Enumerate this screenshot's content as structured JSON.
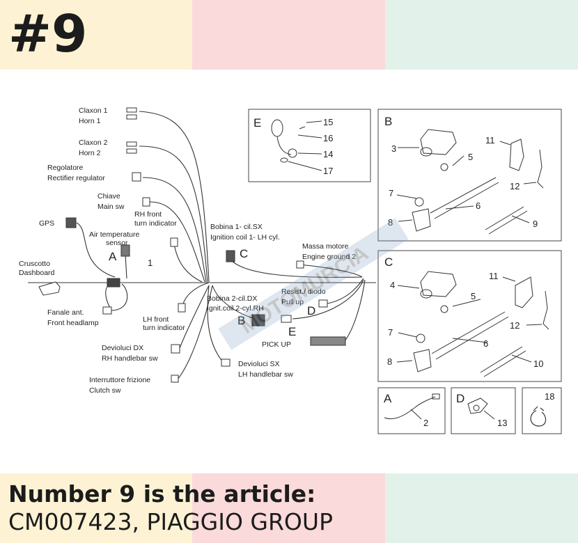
{
  "header": {
    "number": "#9"
  },
  "colors": {
    "yellow": "#fdf3d4",
    "pink": "#fadada",
    "mint": "#e2f2ea",
    "text": "#1c1c1c"
  },
  "footer": {
    "line1": "Number 9 is the article:",
    "line2": "CM007423, PIAGGIO GROUP"
  },
  "watermark": "MOTOMURCIA",
  "diagram": {
    "labels": {
      "claxon1": "Claxon 1",
      "horn1": "Horn 1",
      "claxon2": "Claxon 2",
      "horn2": "Horn 2",
      "regolatore": "Regolatore",
      "rectifier": "Rectifier regulator",
      "chiave": "Chiave",
      "main_sw": "Main sw",
      "rh_front": "RH front",
      "turn_ind_rh": "turn indicator",
      "gps": "GPS",
      "air_temp": "Air temperature",
      "sensor": "sensor",
      "letter_a": "A",
      "num_1": "1",
      "cruscotto": "Cruscotto",
      "dashboard": "Dashboard",
      "fanale": "Fanale ant.",
      "headlamp": "Front headlamp",
      "lh_front": "LH front",
      "turn_ind_lh": "turn indicator",
      "devioluci_dx": "Devioluci DX",
      "rh_handlebar": "RH handlebar sw",
      "interruttore": "Interruttore frizione",
      "clutch": "Clutch sw",
      "bobina1": "Bobina 1- cil.SX",
      "ign_coil1": "Ignition coil 1- LH cyl.",
      "letter_c": "C",
      "massa": "Massa motore",
      "engine_ground": "Engine ground 2",
      "resist": "Resist./ diodo",
      "pull_up": "Pull up",
      "letter_d": "D",
      "bobina2": "Bobina 2-cil.DX",
      "ign_coil2": "Ignit.coil 2-cyl.RH",
      "letter_b": "B",
      "letter_e": "E",
      "pick_up": "PICK UP",
      "devioluci_sx": "Devioluci SX",
      "lh_handlebar": "LH handlebar sw"
    },
    "box_e": {
      "letter": "E",
      "n15": "15",
      "n16": "16",
      "n14": "14",
      "n17": "17"
    },
    "box_b": {
      "letter": "B",
      "n3": "3",
      "n5": "5",
      "n11": "11",
      "n12": "12",
      "n7": "7",
      "n6": "6",
      "n8": "8",
      "n9": "9"
    },
    "box_c": {
      "letter": "C",
      "n4": "4",
      "n5": "5",
      "n11": "11",
      "n12": "12",
      "n7": "7",
      "n6": "6",
      "n8": "8",
      "n10": "10"
    },
    "box_a": {
      "letter": "A",
      "n2": "2"
    },
    "box_d": {
      "letter": "D",
      "n13": "13"
    },
    "box_18": {
      "n18": "18"
    }
  }
}
